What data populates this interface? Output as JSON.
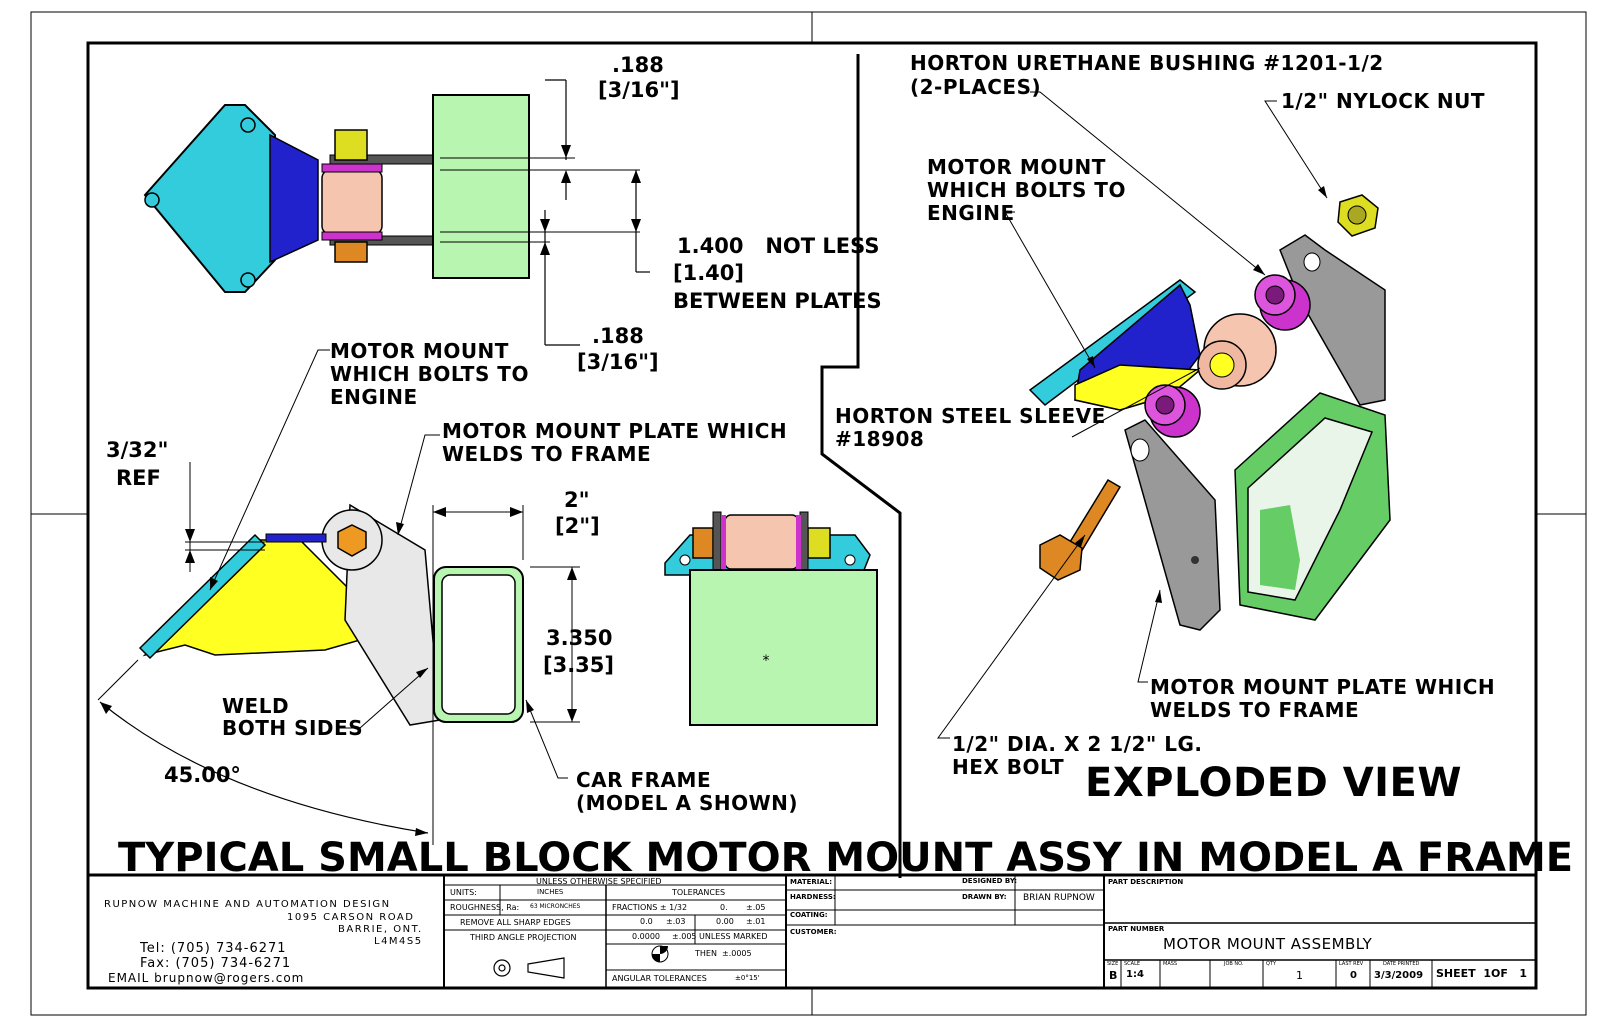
{
  "title": "TYPICAL SMALL BLOCK MOTOR MOUNT ASSY IN MODEL A FRAME",
  "exploded_view": "EXPLODED VIEW",
  "dims": {
    "top_plate": ".188",
    "top_plate_frac": "[3/16\"]",
    "between": "1.400   NOT LESS",
    "between_bracket": "[1.40]",
    "between_note": "BETWEEN PLATES",
    "bottom_plate": ".188",
    "bottom_plate_frac": "[3/16\"]",
    "ref": "3/32\"",
    "ref_note": "REF",
    "width": "2\"",
    "width_bracket": "[2\"]",
    "height": "3.350",
    "height_bracket": "[3.35]",
    "angle": "45.00°"
  },
  "callouts": {
    "motor_mount_1": "MOTOR MOUNT",
    "motor_mount_2": "WHICH BOLTS TO",
    "motor_mount_3": "ENGINE",
    "plate_1": "MOTOR MOUNT PLATE WHICH",
    "plate_2": "WELDS TO FRAME",
    "weld_1": "WELD",
    "weld_2": "BOTH SIDES",
    "frame_1": "CAR FRAME",
    "frame_2": "(MODEL A SHOWN)",
    "bushing_1": "HORTON URETHANE BUSHING #1201-1/2",
    "bushing_2": "(2-PLACES)",
    "nut": "1/2\" NYLOCK NUT",
    "mm_e_1": "MOTOR MOUNT",
    "mm_e_2": "WHICH BOLTS TO",
    "mm_e_3": "ENGINE",
    "sleeve_1": "HORTON STEEL SLEEVE",
    "sleeve_2": "#18908",
    "plate_e_1": "MOTOR MOUNT PLATE WHICH",
    "plate_e_2": "WELDS TO FRAME",
    "bolt_1": "1/2\" DIA. X 2 1/2\" LG.",
    "bolt_2": "HEX BOLT"
  },
  "title_block": {
    "company": "RUPNOW MACHINE AND AUTOMATION DESIGN",
    "address1": "1095 CARSON ROAD",
    "address2": "BARRIE, ONT.",
    "postal": "L4M4S5",
    "tel": "Tel: (705) 734-6271",
    "fax": "Fax: (705) 734-6271",
    "email": "EMAIL brupnow@rogers.com",
    "unless": "UNLESS OTHERWISE SPECIFIED",
    "units_label": "UNITS:",
    "units_val": "INCHES",
    "tolerances": "TOLERANCES",
    "rough_label": "ROUGHNESS, Ra:",
    "rough_val": "63 MICRONCHES",
    "fractions": "FRACTIONS ± 1/32",
    "tol_zero": "0.",
    "tol_zero_val": "±.05",
    "remove": "REMOVE ALL SHARP EDGES",
    "tol1": "0.0",
    "tol1_val": "±.03",
    "tol2": "0.00",
    "tol2_val": "±.01",
    "third_angle": "THIRD ANGLE PROJECTION",
    "tol3": "0.0000",
    "tol3_val": "±.005 UNLESS MARKED",
    "then": "THEN",
    "then_val": "±.0005",
    "angular": "ANGULAR TOLERANCES",
    "angular_val": "±0°15'",
    "material": "MATERIAL:",
    "hardness": "HARDNESS:",
    "coating": "COATING:",
    "customer": "CUSTOMER:",
    "designed_by": "DESIGNED BY:",
    "drawn_by": "DRAWN BY:",
    "drawn_name": "BRIAN RUPNOW",
    "part_desc": "PART DESCRIPTION",
    "part_number": "PART NUMBER",
    "part_name": "MOTOR MOUNT ASSEMBLY",
    "size_label": "SIZE",
    "size": "B",
    "scale_label": "SCALE",
    "scale": "1:4",
    "mass_label": "MASS",
    "job_label": "JOB NO.",
    "qty_label": "QTY",
    "qty": "1",
    "rev_label": "LAST REV",
    "rev": "0",
    "date_label": "DATE PRINTED",
    "date": "3/3/2009",
    "sheet": "SHEET  1OF   1"
  }
}
